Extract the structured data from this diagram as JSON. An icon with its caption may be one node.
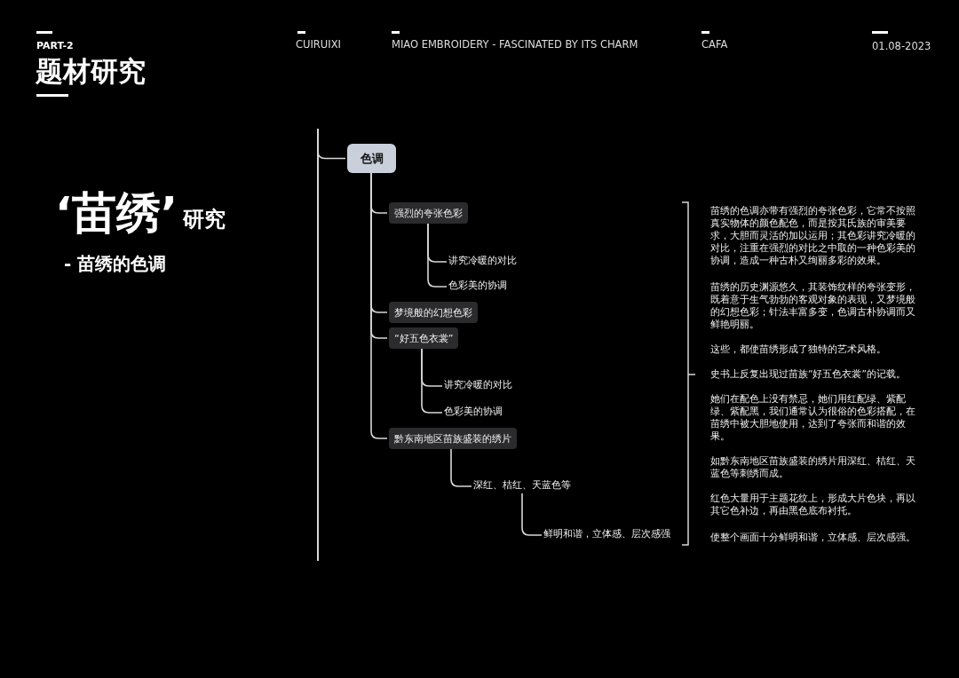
{
  "diagram": {
    "title": "题材研究",
    "nodes": [
      {
        "text": [
          "色调"
        ]
      },
      {
        "text": [
          "强烈的夸张色彩"
        ]
      },
      {
        "text": [
          "讲究冷暖的对比"
        ]
      },
      {
        "text": [
          "色彩美的协调"
        ]
      },
      {
        "text": [
          "梦境般的幻想色彩"
        ]
      },
      {
        "text": [
          "“好五色衣裳”"
        ]
      },
      {
        "text": [
          "讲究冷暖的对比"
        ]
      },
      {
        "text": [
          "色彩美的协调"
        ]
      },
      {
        "text": [
          "黔东南地区苗族盛装的绣片"
        ]
      },
      {
        "text": [
          "深红、桔红、天蓝色等"
        ]
      },
      {
        "text": [
          "鲜明和谐，立体感、层次感强"
        ]
      }
    ],
    "edges": [
      {
        "from": null,
        "to": 0,
        "arrow": "none"
      },
      {
        "from": 0,
        "to": 1,
        "arrow": "none"
      },
      {
        "from": 1,
        "to": 2,
        "arrow": "none"
      },
      {
        "from": 1,
        "to": 3,
        "arrow": "none"
      },
      {
        "from": 0,
        "to": 4,
        "arrow": "none"
      },
      {
        "from": 0,
        "to": 5,
        "arrow": "none"
      },
      {
        "from": 5,
        "to": 6,
        "arrow": "none"
      },
      {
        "from": 5,
        "to": 7,
        "arrow": "none"
      },
      {
        "from": 0,
        "to": 8,
        "arrow": "none"
      },
      {
        "from": 8,
        "to": 9,
        "arrow": "none"
      },
      {
        "from": 9,
        "to": 10,
        "arrow": "none"
      }
    ],
    "labels": [
      "PART-2",
      "CUIRUIXI",
      "MIAO EMBROIDERY - FASCINATED BY ITS CHARM",
      "CAFA",
      "01.08-2023",
      "‘苗绣’",
      "研究",
      "- 苗绣的色调",
      "苗绣的色调亦带有强烈的夸张色彩，它常不按照真实物体的颜色配色，而是按其氏族的审美要求，大胆而灵活的加以运用；其色彩讲究冷暖的对比，注重在强烈的对比之中取的一种色彩美的协调，造成一种古朴又绚丽多彩的效果。",
      "苗绣的历史渊源悠久，其装饰纹样的夸张变形，既着意于生气勃勃的客观对象的表现，又梦境般的幻想色彩；针法丰富多变，色调古朴协调而又鲜艳明丽。",
      "这些，都使苗绣形成了独特的艺术风格。",
      "史书上反复出现过苗族“好五色衣裳”的记载。",
      "她们在配色上没有禁忌，她们用红配绿、紫配绿、紫配黑，我们通常认为很俗的色彩搭配，在苗绣中被大胆地使用，达到了夸张而和谐的效果。",
      "如黔东南地区苗族盛装的绣片用深红、桔红、天蓝色等刺绣而成。",
      "红色大量用于主题花纹上，形成大片色块，再以其它色补边，再由黑色底布衬托。",
      "使整个画面十分鲜明和谐，立体感、层次感强。"
    ]
  }
}
